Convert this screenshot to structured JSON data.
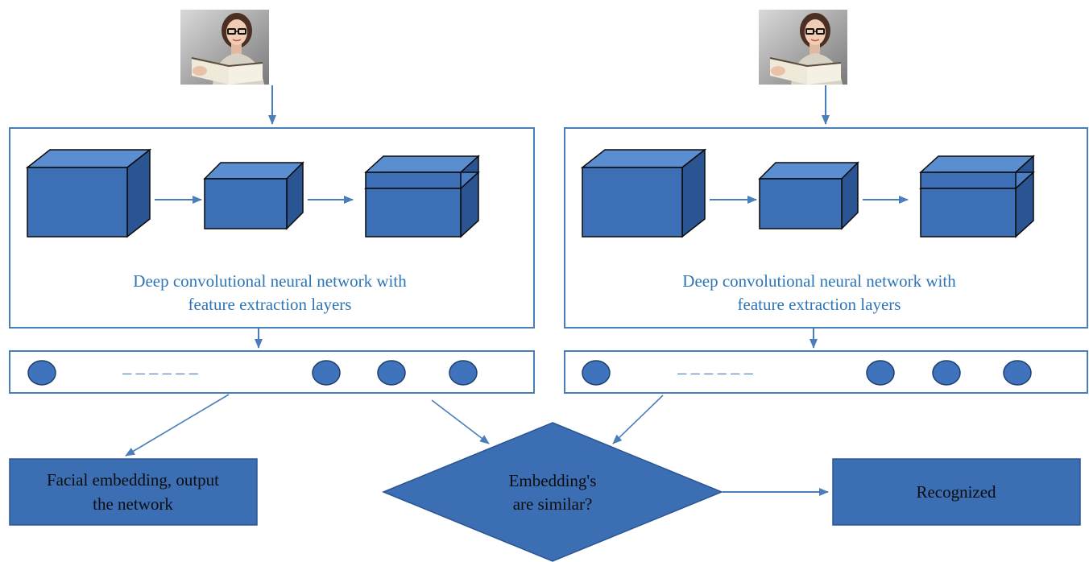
{
  "colors": {
    "box_stroke": "#4a7ebb",
    "cube_fill": "#3c6fb5",
    "cube_top": "#5b8ed0",
    "cube_side": "#2b5592",
    "cube_edge": "#0a0a0a",
    "text_blue": "#2e75b6",
    "arrow": "#4a7ebb",
    "node_fill": "#3f74bd",
    "output_box_fill": "#3b6eb3",
    "output_text": "#0d0d0d"
  },
  "left_network": {
    "input_image": "photo of woman with glasses reading a book",
    "caption_line1": "Deep convolutional neural network with",
    "caption_line2": "feature extraction layers",
    "separator": "_ _ _ _ _ _"
  },
  "right_network": {
    "input_image": "photo of woman with glasses reading a book",
    "caption_line1": "Deep convolutional neural network with",
    "caption_line2": "feature extraction layers",
    "separator": "_ _ _ _ _ _"
  },
  "output_box": {
    "line1": "Facial embedding, output",
    "line2": "the network"
  },
  "decision": {
    "line1": "Embedding's",
    "line2": "are similar?"
  },
  "result_box": {
    "label": "Recognized"
  }
}
